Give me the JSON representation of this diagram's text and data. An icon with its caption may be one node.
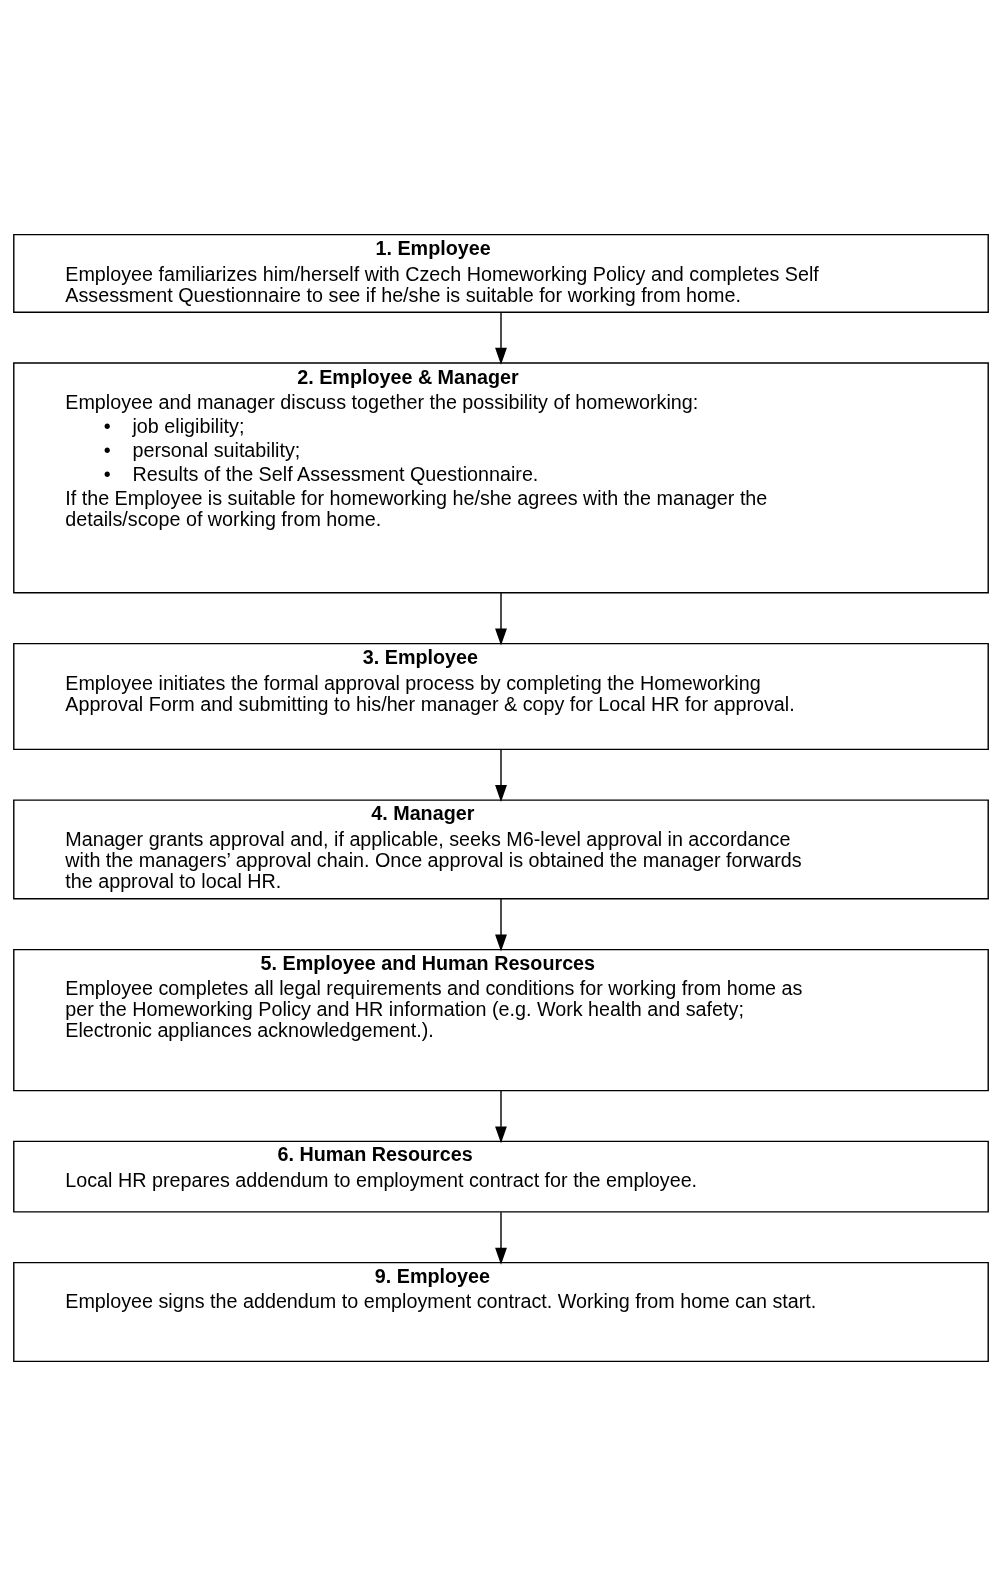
{
  "diagram": {
    "nodes": [
      {
        "text": [
          "1. Employee",
          "Employee familiarizes him/herself with Czech Homeworking Policy and completes Self Assessment Questionnaire to see if he/she is suitable for working from home."
        ]
      },
      {
        "text": [
          "2. Employee & Manager",
          "Employee and manager discuss together the possibility of homeworking:",
          "•    job eligibility;",
          "•    personal suitability;",
          "•    Results of the Self Assessment Questionnaire.",
          "If the Employee is suitable for homeworking he/she agrees with the manager the details/scope of working from home."
        ]
      },
      {
        "text": [
          "3. Employee",
          "Employee initiates the formal approval process by completing the Homeworking Approval Form and submitting to his/her manager & copy for Local HR for approval."
        ]
      },
      {
        "text": [
          "4. Manager",
          "Manager grants approval and, if applicable, seeks M6-level approval in accordance with the managers’ approval chain. Once approval is obtained the manager forwards the approval to local HR."
        ]
      },
      {
        "text": [
          "5. Employee and Human Resources",
          "Employee completes all legal requirements and conditions for working from home as per the Homeworking Policy and HR information (e.g. Work health and safety; Electronic appliances acknowledgement.)."
        ]
      },
      {
        "text": [
          "6. Human Resources",
          "Local HR prepares addendum to employment contract for the employee."
        ]
      },
      {
        "text": [
          "9. Employee",
          "Employee signs the addendum to employment contract. Working from home can start."
        ]
      }
    ],
    "edges": [
      {
        "from": 0,
        "to": 1,
        "arrow": "to"
      },
      {
        "from": 1,
        "to": 2,
        "arrow": "to"
      },
      {
        "from": 2,
        "to": 3,
        "arrow": "to"
      },
      {
        "from": 3,
        "to": 4,
        "arrow": "to"
      },
      {
        "from": 4,
        "to": 5,
        "arrow": "to"
      },
      {
        "from": 5,
        "to": 6,
        "arrow": "to"
      }
    ]
  }
}
